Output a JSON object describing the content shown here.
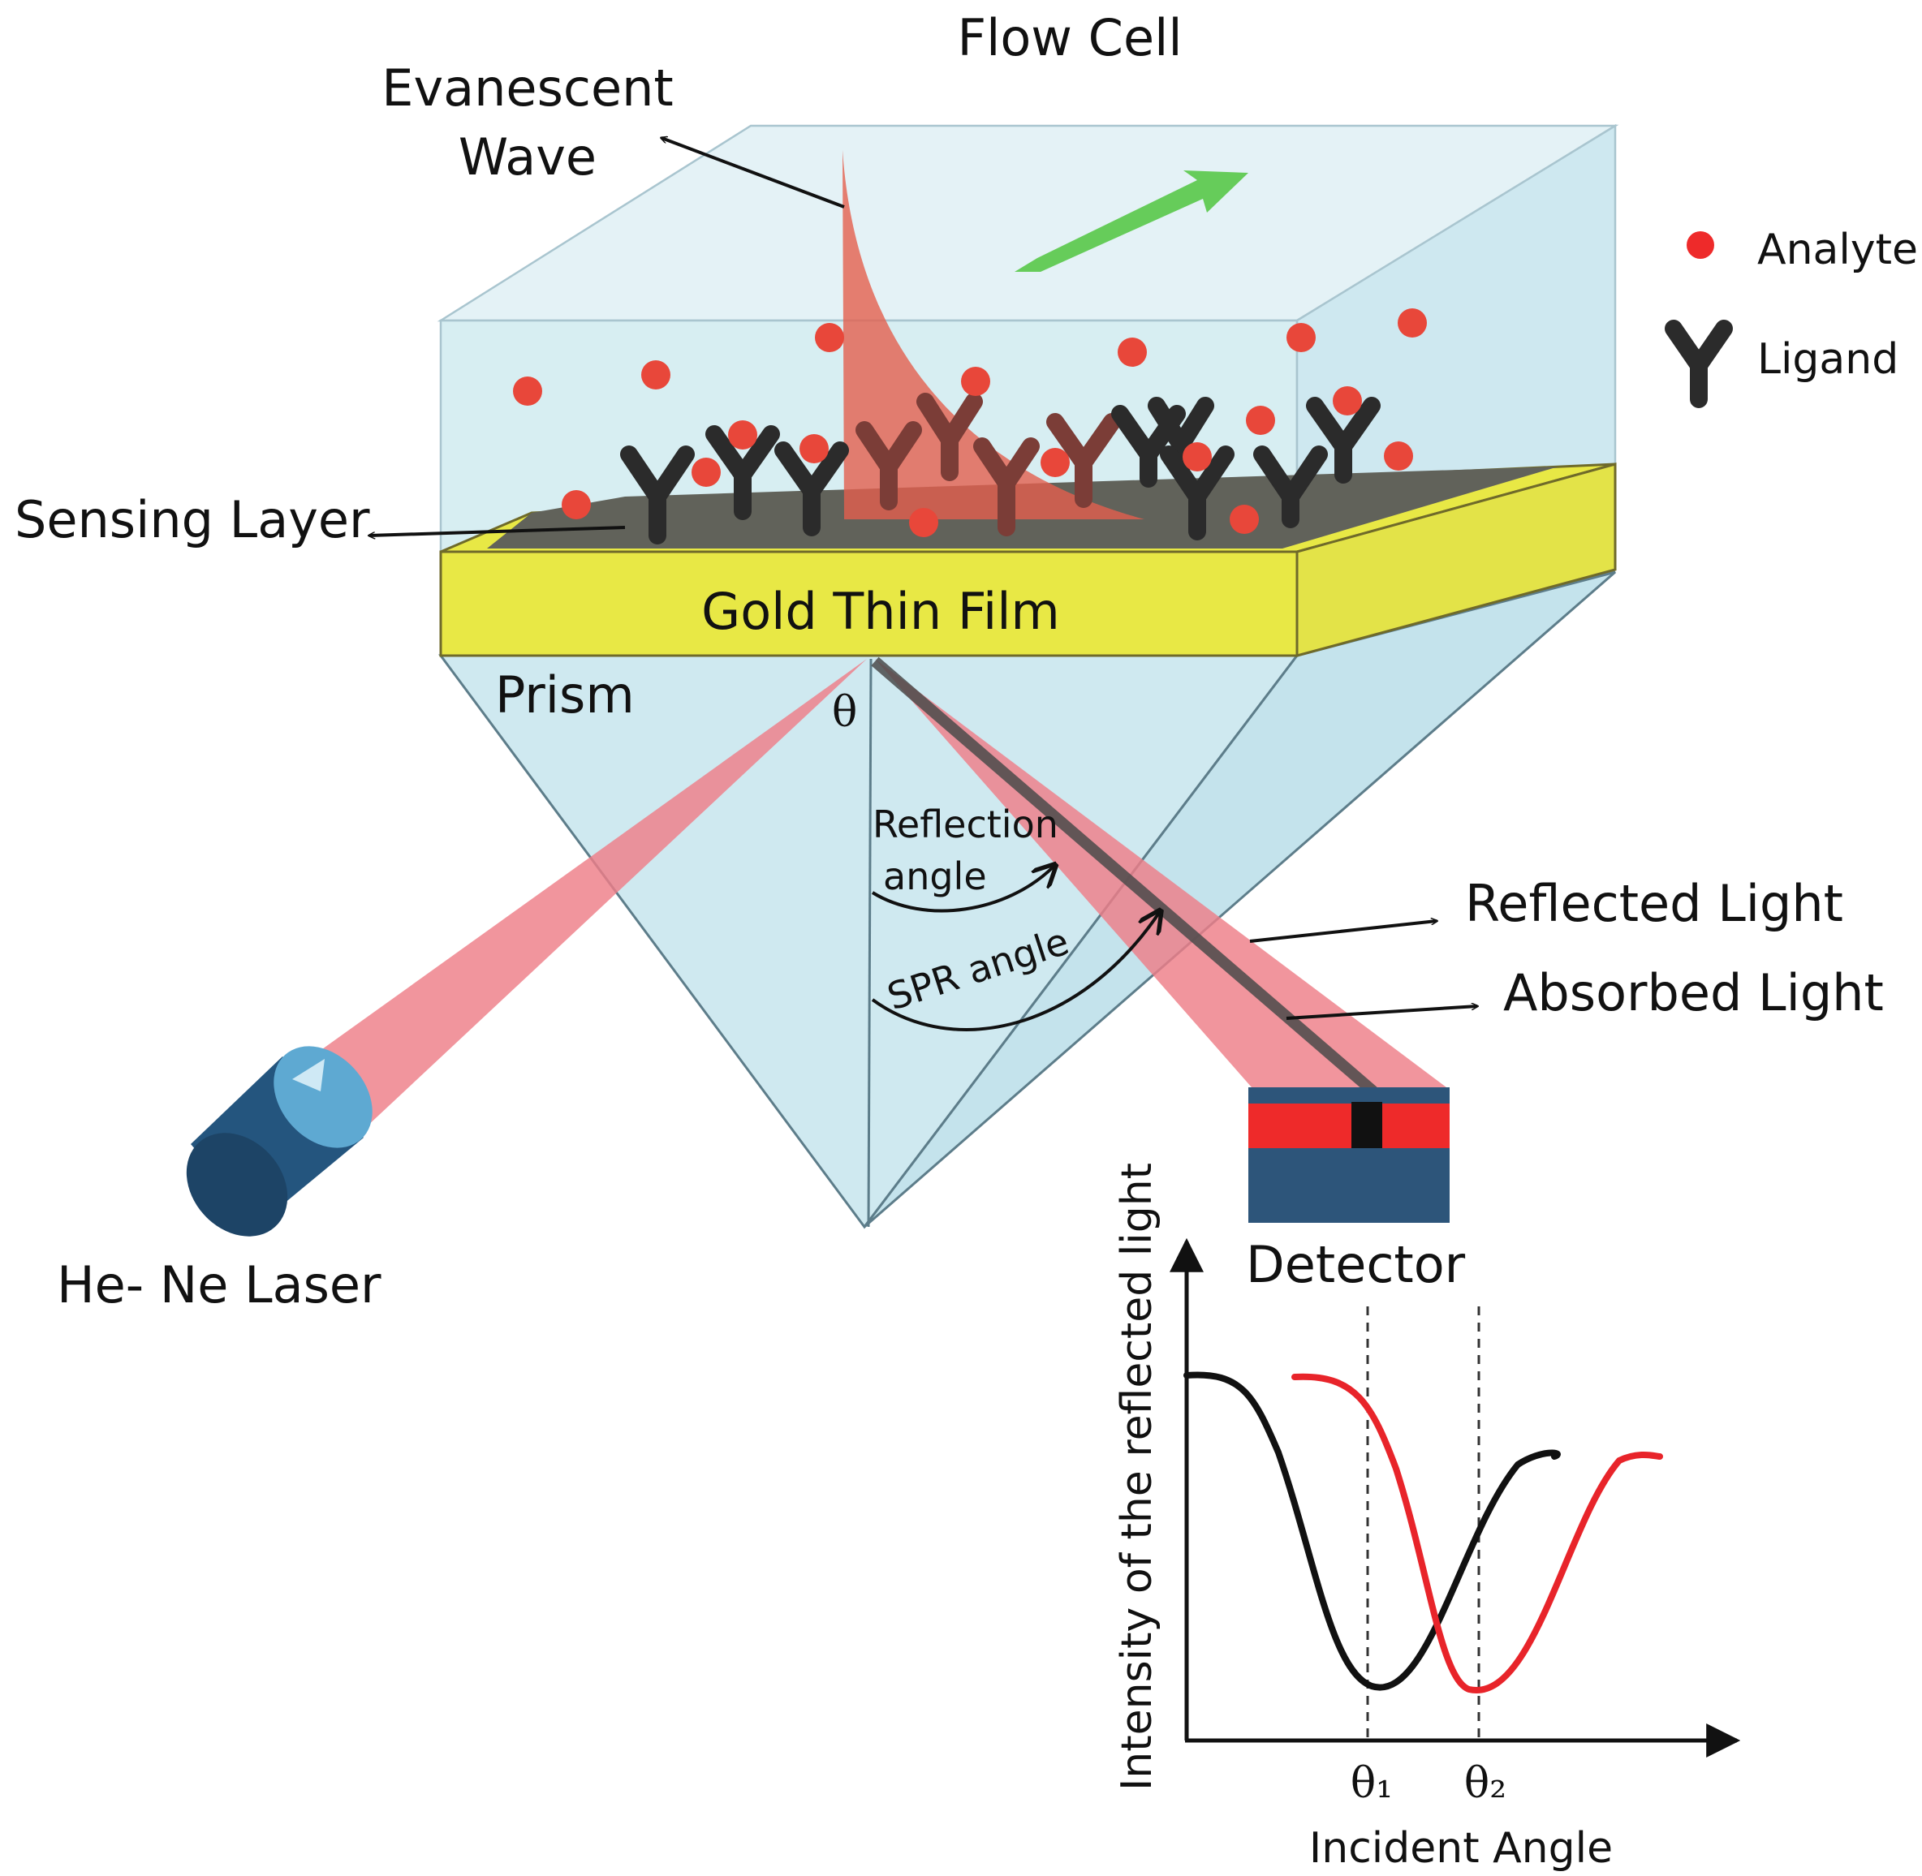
{
  "labels": {
    "flow_cell": "Flow Cell",
    "evanescent_line1": "Evanescent",
    "evanescent_line2": "Wave",
    "sensing_layer": "Sensing Layer",
    "gold_film": "Gold Thin Film",
    "prism": "Prism",
    "theta": "θ",
    "reflection_line1": "Reflection",
    "reflection_line2": "angle",
    "spr_angle": "SPR angle",
    "reflected_light": "Reflected Light",
    "absorbed_light": "Absorbed Light",
    "laser": "He- Ne Laser",
    "detector": "Detector"
  },
  "legend": {
    "analyte": "Analyte",
    "ligand": "Ligand"
  },
  "graph": {
    "ylabel": "Intensity of the reflected light",
    "xlabel": "Incident Angle",
    "theta1": "θ₁",
    "theta2": "θ₂"
  },
  "colors": {
    "gold": "#e8e845",
    "flow_cell": "#d3ecf1",
    "prism": "#cfe9f0",
    "analyte": "#e8473a",
    "ligand": "#2b2b2b",
    "laser_beam": "#ee7e88",
    "laser_body": "#24557e",
    "detector_red": "#ee2a2a",
    "detector_blue": "#2d557a",
    "flow_arrow": "#66cc5a",
    "curve_before": "#111111",
    "curve_after": "#e8242a"
  }
}
